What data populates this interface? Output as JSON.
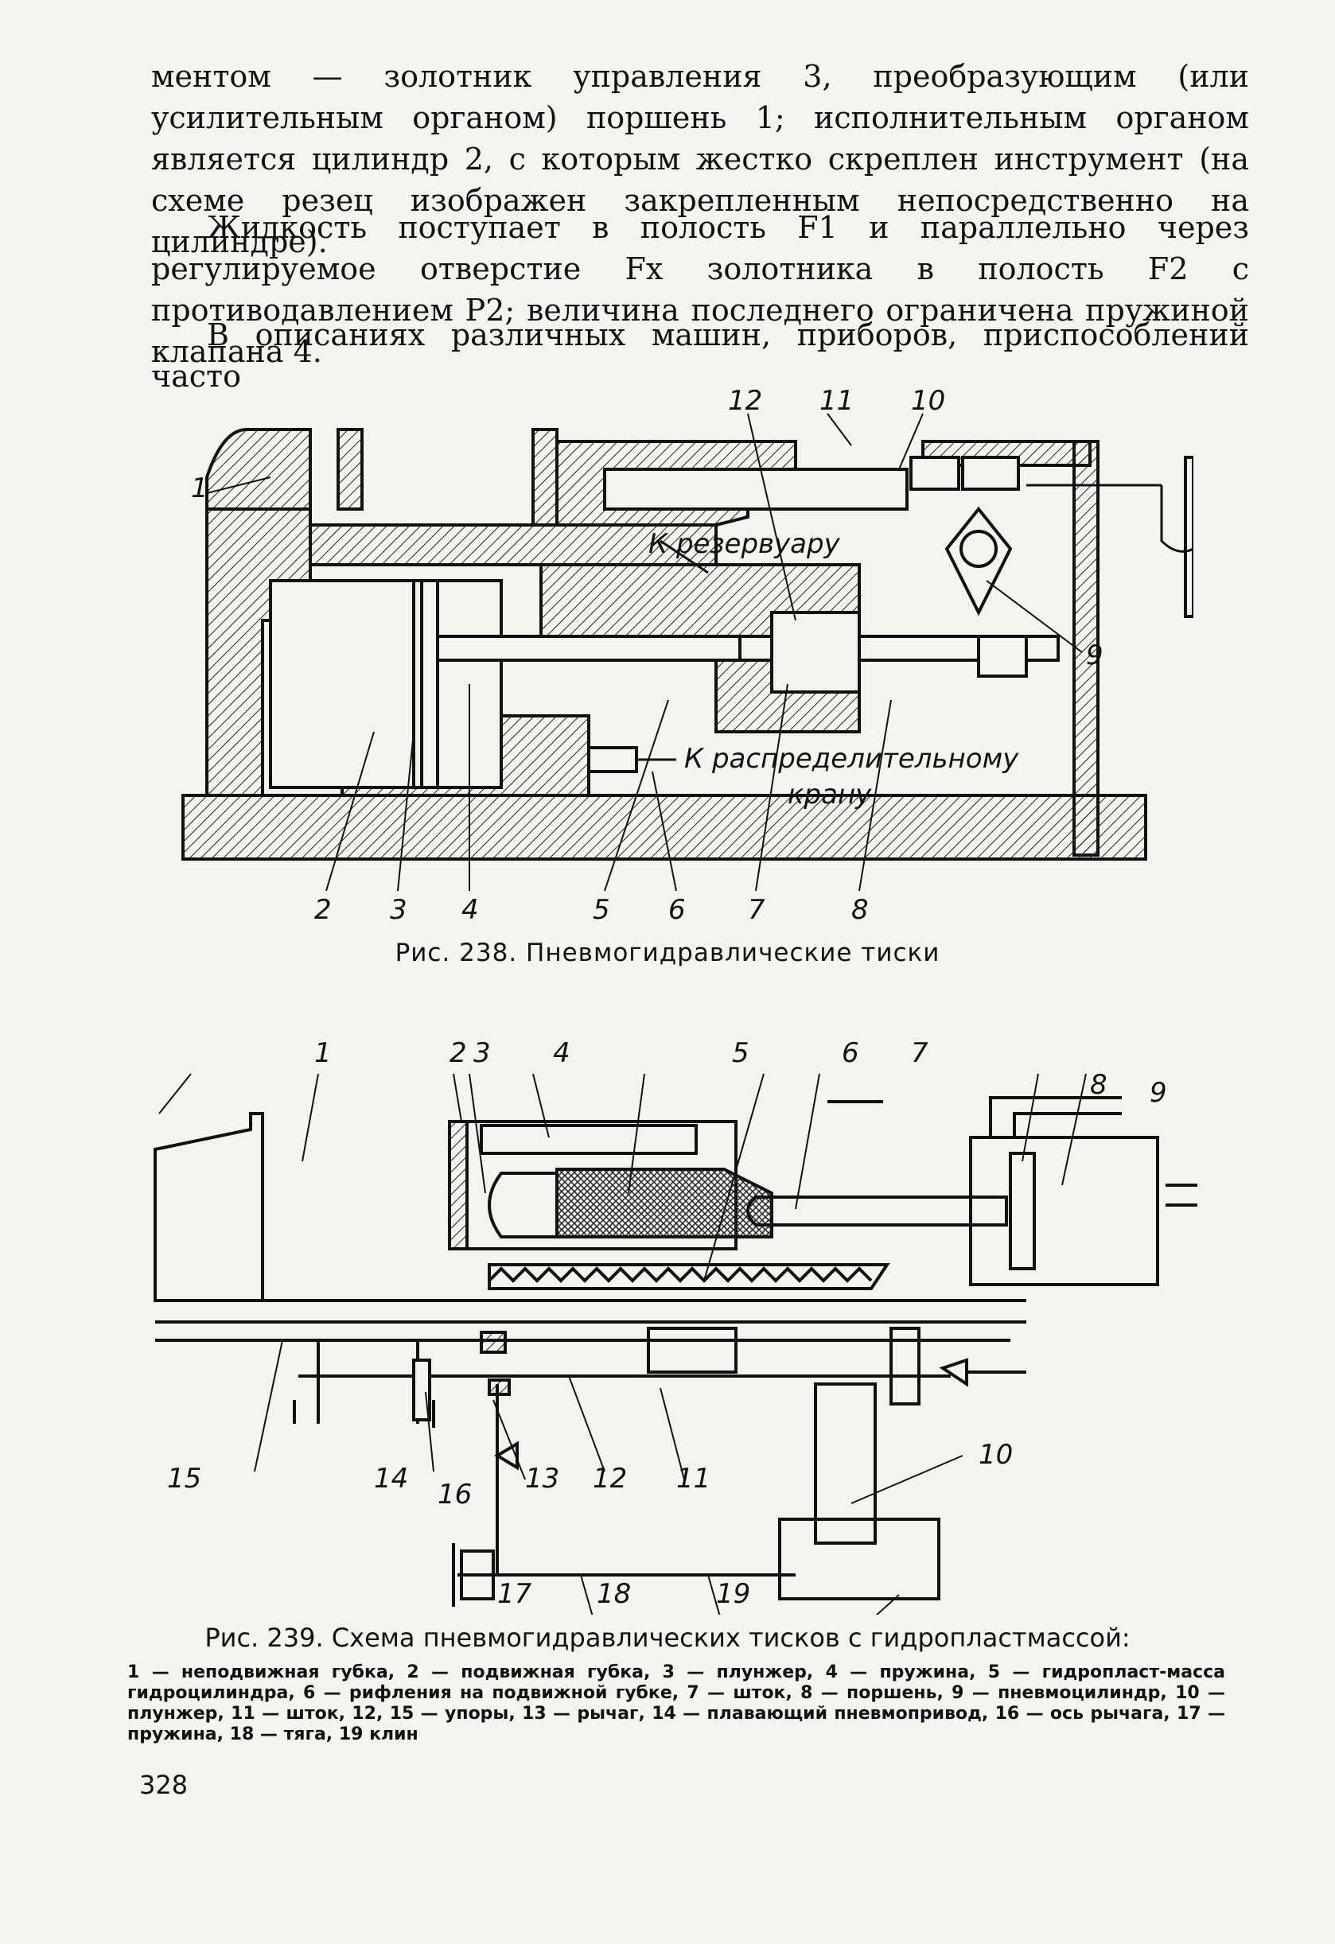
{
  "text": {
    "p1": "ментом — золотник управления 3, преобразующим (или усилительным органом) поршень 1; исполнительным органом является цилиндр 2, с которым жестко скреплен инструмент (на схеме резец изображен закрепленным непосредственно на цилиндре).",
    "p2": "Жидкость поступает в полость F1 и параллельно через регулируемое отверстие Fx золотника в полость F2 с противодавлением P2; величина последнего ограничена пружиной клапана 4.",
    "p3": "В описаниях различных машин, приборов, приспособлений часто"
  },
  "fig238": {
    "caption": "Рис. 238. Пневмогидравлические тиски",
    "labels": [
      "1",
      "2",
      "3",
      "4",
      "5",
      "6",
      "7",
      "8",
      "9",
      "10",
      "11",
      "12"
    ],
    "annotations": {
      "reservoir": "К резервуару",
      "crane_line1": "К распределительному",
      "crane_line2": "крану"
    }
  },
  "fig239": {
    "caption": "Рис. 239. Схема пневмогидравлических тисков с гидропластмассой:",
    "legend": "1 — неподвижная губка, 2 — подвижная губка, 3 — плунжер, 4 — пружина, 5 — гидропласт-масса гидроцилиндра, 6 — рифления на подвижной губке, 7 — шток, 8 — поршень, 9 — пневмоцилиндр, 10 — плунжер, 11 — шток, 12, 15 — упоры, 13 — рычаг, 14 — плавающий пневмопривод, 16 — ось рычага, 17 — пружина, 18 — тяга, 19 клин",
    "labels": [
      "1",
      "2",
      "3",
      "4",
      "5",
      "6",
      "7",
      "8",
      "9",
      "10",
      "11",
      "12",
      "13",
      "14",
      "15",
      "16",
      "17",
      "18",
      "19"
    ]
  },
  "page_number": "328"
}
